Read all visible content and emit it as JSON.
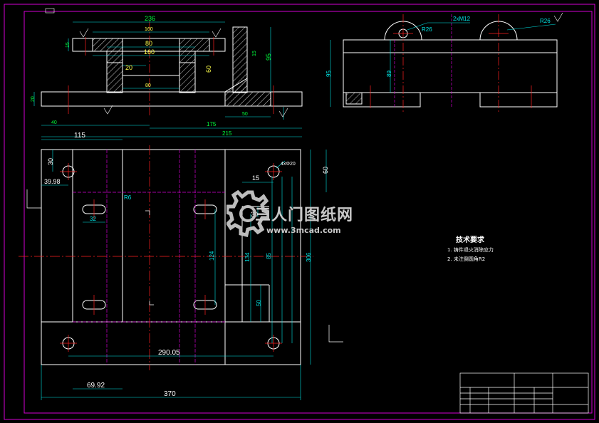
{
  "colors": {
    "background": "#000000",
    "border": "#d400d4",
    "outline": "#ffffff",
    "hatch": "#ffffff",
    "dimension": "#00e5e5",
    "dimension_text_green": "#00ff3c",
    "dimension_text_yellow": "#ffff4c",
    "center_line": "#ff2020",
    "hidden_line": "#d400d4",
    "notes": "#ffffff"
  },
  "front_view_dims": {
    "d236": "236",
    "d160a": "160",
    "d80a": "80",
    "d160b": "160",
    "d15a": "15",
    "d20": "20",
    "d60": "60",
    "d80b": "80",
    "d95": "95",
    "d15b": "15",
    "d50": "50",
    "d175": "175",
    "d215": "215",
    "d40": "40",
    "d20b": "20"
  },
  "side_view_dims": {
    "hole": "2xM12",
    "r26a": "R26",
    "r26b": "R26",
    "h95": "95",
    "h89": "89"
  },
  "plan_view_dims": {
    "d115": "115",
    "d30": "30",
    "d39_98": "39.98",
    "d4xphi20": "4xΦ20",
    "d60": "60",
    "d15": "15",
    "d30b": "30",
    "r6": "R6",
    "d32": "32",
    "d124": "124",
    "d134": "134",
    "d85": "85",
    "d50": "50",
    "d306": "306",
    "d290": "290.05",
    "d69": "69.92",
    "d370": "370"
  },
  "notes": {
    "title": "技术要求",
    "line1": "1. 铸件退火消除应力",
    "line2": "2. 未注倒圆角R2"
  },
  "watermark": {
    "brand": "三人门图纸网",
    "url": "www.3mcad.com"
  }
}
